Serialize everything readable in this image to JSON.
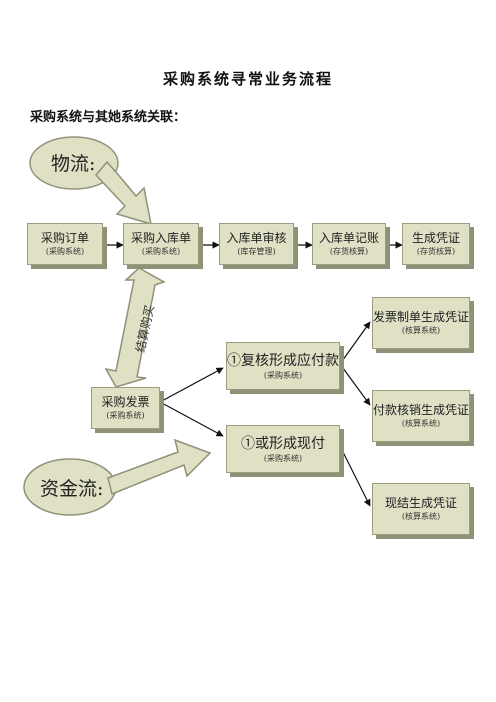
{
  "title": "采购系统寻常业务流程",
  "subtitle": "采购系统与其她系统关联：",
  "ellipses": {
    "logistics": "物流:",
    "funds": "资金流:"
  },
  "boxes": {
    "purchase_order": {
      "main": "采购订单",
      "sub": "(采购系统)"
    },
    "purchase_receipt": {
      "main": "采购入库单",
      "sub": "(采购系统)"
    },
    "receipt_review": {
      "main": "入库单审核",
      "sub": "(库存管理)"
    },
    "receipt_posting": {
      "main": "入库单记账",
      "sub": "(存货核算)"
    },
    "generate_voucher": {
      "main": "生成凭证",
      "sub": "(存货核算)"
    },
    "purchase_invoice": {
      "main": "采购发票",
      "sub": "(采购系统)"
    },
    "review_payable": {
      "main": "①复核形成应付款",
      "sub": "(采购系统)"
    },
    "or_cash": {
      "main": "①或形成现付",
      "sub": "(采购系统)"
    },
    "invoice_voucher": {
      "main": "发票制单生成凭证",
      "sub": "(核算系统)"
    },
    "payment_voucher": {
      "main": "付款核销生成凭证",
      "sub": "(核算系统)"
    },
    "cash_settle_voucher": {
      "main": "现结生成凭证",
      "sub": "(核算系统)"
    }
  },
  "arrow_labels": {
    "settlement": "结算购买"
  },
  "colors": {
    "box_fill": "#dfe0c4",
    "box_border": "#9b9d7c",
    "shadow": "#8f9179",
    "arrow_fill": "#dfe0c4"
  }
}
